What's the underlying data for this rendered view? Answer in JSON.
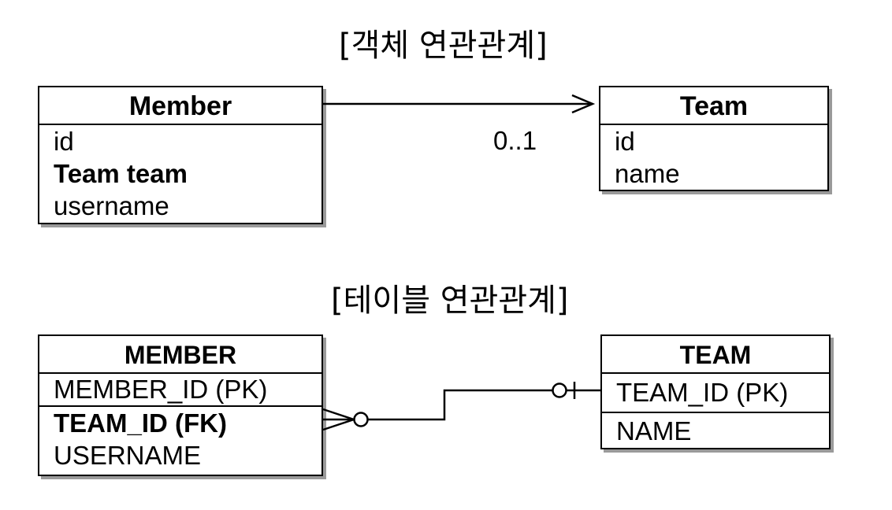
{
  "titles": {
    "object_relation": "[객체 연관관계]",
    "table_relation": "[테이블 연관관계]"
  },
  "object_model": {
    "member": {
      "name": "Member",
      "fields": [
        "id",
        "Team team",
        "username"
      ]
    },
    "team": {
      "name": "Team",
      "fields": [
        "id",
        "name"
      ]
    },
    "association": {
      "multiplicity": "0..1"
    }
  },
  "table_model": {
    "member": {
      "name": "MEMBER",
      "columns": [
        "MEMBER_ID (PK)",
        "TEAM_ID (FK)",
        "USERNAME"
      ]
    },
    "team": {
      "name": "TEAM",
      "columns": [
        "TEAM_ID (PK)",
        "NAME"
      ]
    }
  },
  "colors": {
    "line": "#000000",
    "shadow": "#9a9a9a",
    "background": "#ffffff"
  }
}
